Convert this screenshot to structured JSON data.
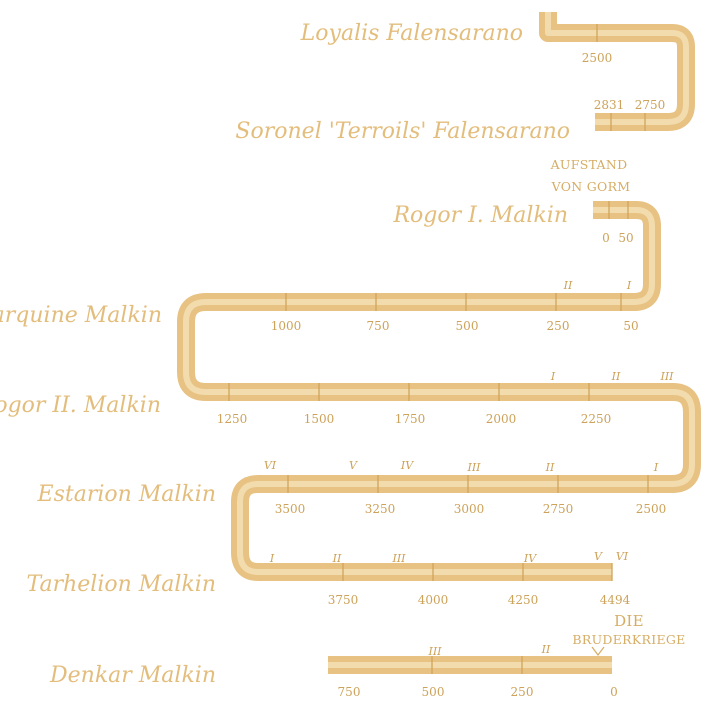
{
  "rulers": [
    {
      "name": "Loyalis Falensarano"
    },
    {
      "name": "Soronel 'Terroils' Falensarano"
    },
    {
      "name": "Rogor I. Malkin"
    },
    {
      "name": "Tarquine Malkin"
    },
    {
      "name": "Rogor II. Malkin"
    },
    {
      "name": "Estarion Malkin"
    },
    {
      "name": "Tarhelion Malkin"
    },
    {
      "name": "Denkar Malkin"
    }
  ],
  "year_labels": [
    "2500",
    "2831",
    "2750",
    "0",
    "50",
    "1000",
    "750",
    "500",
    "250",
    "50",
    "1250",
    "1500",
    "1750",
    "2000",
    "2250",
    "3500",
    "3250",
    "3000",
    "2750",
    "2500",
    "3750",
    "4000",
    "4250",
    "4494",
    "750",
    "500",
    "250",
    "0"
  ],
  "roman_marks": [
    "II",
    "I",
    "I",
    "II",
    "III",
    "VI",
    "V",
    "IV",
    "III",
    "II",
    "I",
    "I",
    "II",
    "III",
    "IV",
    "V",
    "VI",
    "III",
    "II"
  ],
  "events": [
    {
      "lines": [
        "AUFSTAND",
        "VON GORM"
      ]
    },
    {
      "lines": [
        "DIE",
        "BRUDERKRIEGE"
      ]
    }
  ],
  "colors": {
    "ribbon": "#e7c283",
    "ribbon_highlight": "#f3e0b6",
    "text": "#e3bd7c"
  }
}
